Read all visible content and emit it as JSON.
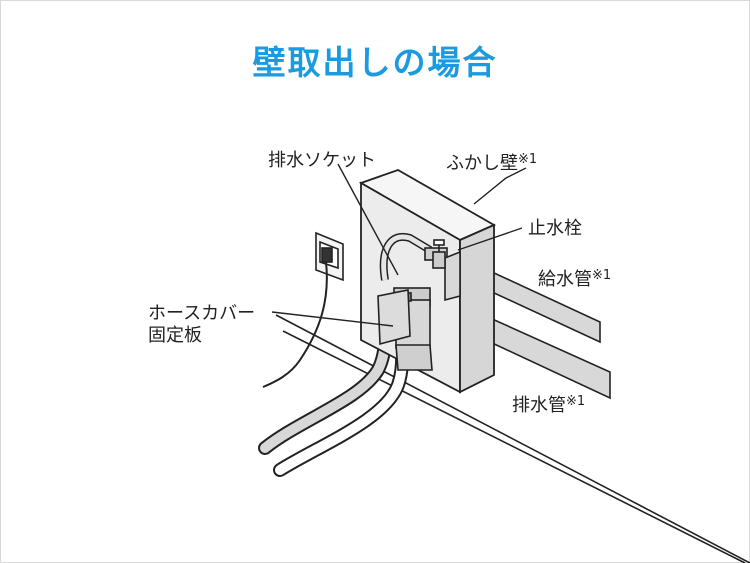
{
  "title": "壁取出しの場合",
  "labels": {
    "drain_socket": "排水ソケット",
    "false_wall": "ふかし壁",
    "false_wall_note": "※1",
    "stop_valve": "止水栓",
    "water_supply_pipe": "給水管",
    "water_supply_note": "※1",
    "hose_cover_line1": "ホースカバー",
    "hose_cover_line2": "固定板",
    "drain_pipe": "排水管",
    "drain_pipe_note": "※1"
  },
  "colors": {
    "title": "#1a9be0",
    "line": "#222222",
    "pipe_fill": "#d8d8d8",
    "box_front": "#ececec",
    "box_side": "#d6d6d6",
    "box_top": "#f6f6f6"
  }
}
